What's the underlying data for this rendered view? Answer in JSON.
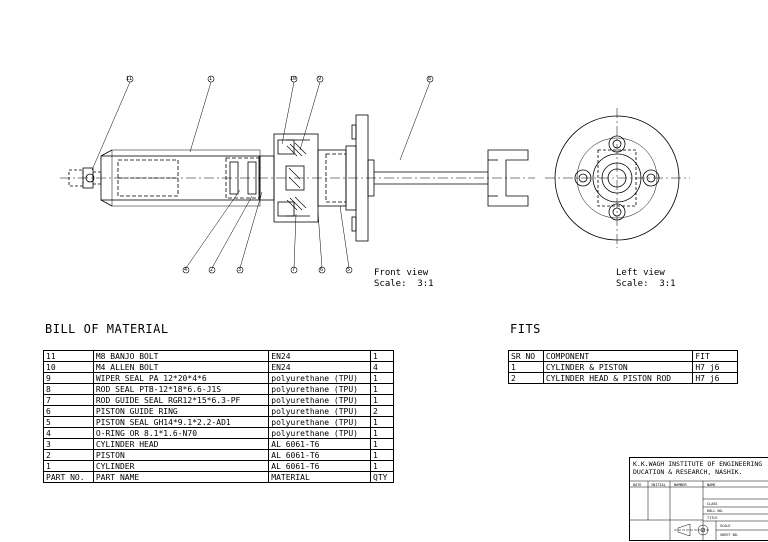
{
  "views": {
    "front": {
      "name": "Front view",
      "scale": "Scale:  3:1"
    },
    "left": {
      "name": "Left view",
      "scale": "Scale:  3:1"
    }
  },
  "balloons_top": [
    "11",
    "1",
    "10",
    "9",
    "8"
  ],
  "balloons_bottom": [
    "4",
    "2",
    "3",
    "7",
    "6",
    "5"
  ],
  "bom": {
    "title": "BILL OF MATERIAL",
    "rows": [
      [
        "11",
        "M8 BANJO BOLT",
        "EN24",
        "1"
      ],
      [
        "10",
        "M4 ALLEN BOLT",
        "EN24",
        "4"
      ],
      [
        "9",
        "WIPER SEAL PA 12*20*4*6",
        "polyurethane (TPU)",
        "1"
      ],
      [
        "8",
        "ROD SEAL PTB-12*18*6.6-J1S",
        "polyurethane (TPU)",
        "1"
      ],
      [
        "7",
        "ROD GUIDE SEAL RGR12*15*6.3-PF",
        "polyurethane (TPU)",
        "1"
      ],
      [
        "6",
        "PISTON GUIDE RING",
        "polyurethane (TPU)",
        "2"
      ],
      [
        "5",
        "PISTON SEAL GH14*9.1*2.2-AD1",
        "polyurethane (TPU)",
        "1"
      ],
      [
        "4",
        "O-RING OR 8.1*1.6-N70",
        "polyurethane (TPU)",
        "1"
      ],
      [
        "3",
        "CYLINDER HEAD",
        "AL 6061-T6",
        "1"
      ],
      [
        "2",
        "PISTON",
        "AL 6061-T6",
        "1"
      ],
      [
        "1",
        "CYLINDER",
        "AL 6061-T6",
        "1"
      ]
    ],
    "header": [
      "PART NO.",
      "PART NAME",
      "MATERIAL",
      "QTY"
    ]
  },
  "fits": {
    "title": "FITS",
    "header": [
      "SR NO",
      "COMPONENT",
      "FIT"
    ],
    "rows": [
      [
        "1",
        "CYLINDER & PISTON",
        "H7 j6"
      ],
      [
        "2",
        "CYLINDER HEAD & PISTON ROD",
        "H7 j6"
      ]
    ]
  },
  "title_block": {
    "institute": "K.K.WAGH INSTITUTE OF ENGINEERING\nDUCATION & RESEARCH, NASHIK.",
    "col_date": "DATE",
    "col_initial": "INITIAL",
    "col_number": "NUMBER",
    "col_name": "NAME",
    "class": "CLASS",
    "roll": "ROLL NO.",
    "title": "TITLE",
    "scale": "SCALE",
    "sheet": "SHEET NO."
  }
}
